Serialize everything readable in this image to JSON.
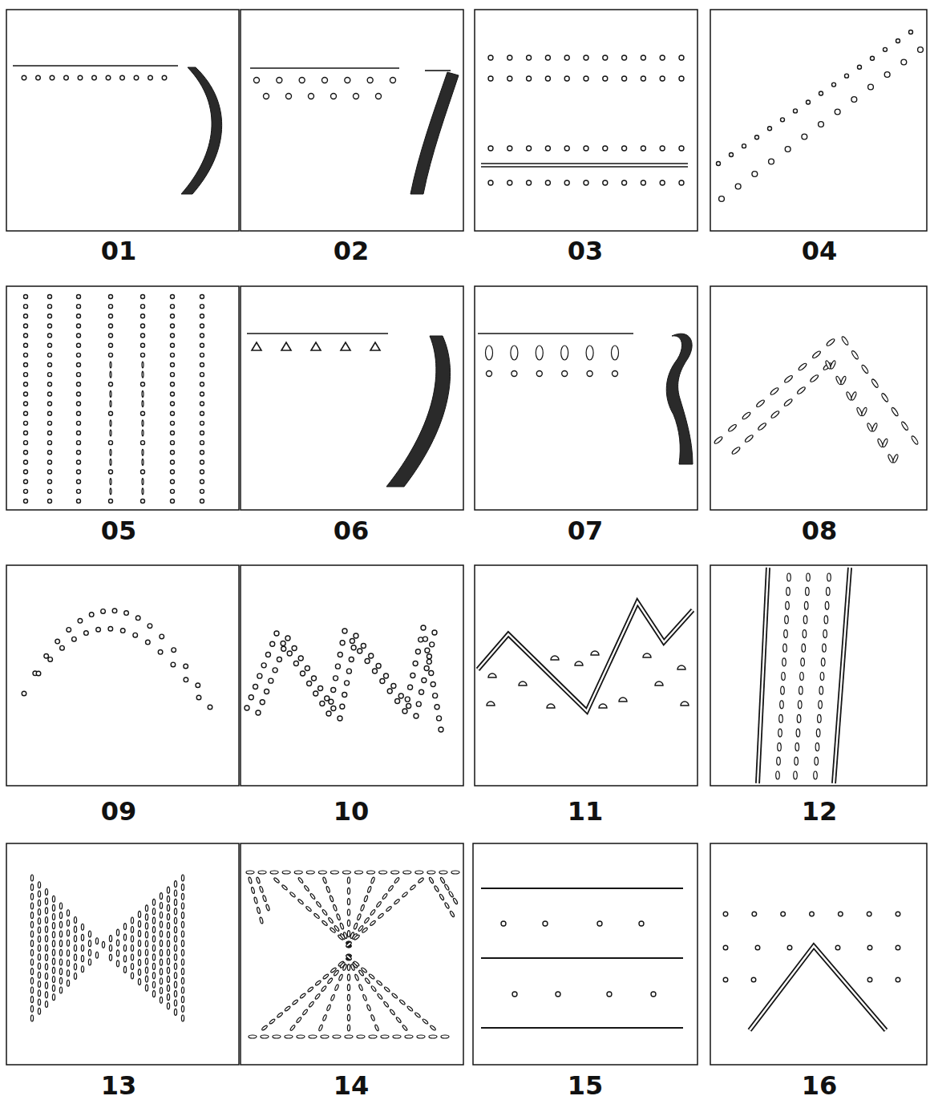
{
  "diagram": {
    "labels": [
      "01",
      "02",
      "03",
      "04",
      "05",
      "06",
      "07",
      "08",
      "09",
      "10",
      "11",
      "12",
      "13",
      "14",
      "15",
      "16"
    ]
  }
}
